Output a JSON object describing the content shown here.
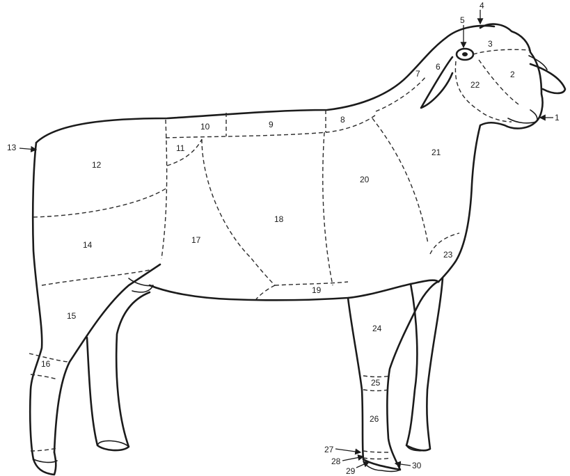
{
  "diagram": {
    "region_labels": {
      "r1": "1",
      "r2": "2",
      "r3": "3",
      "r4": "4",
      "r5": "5",
      "r6": "6",
      "r7": "7",
      "r8": "8",
      "r9": "9",
      "r10": "10",
      "r11": "11",
      "r12": "12",
      "r13": "13",
      "r14": "14",
      "r15": "15",
      "r16": "16",
      "r17": "17",
      "r18": "18",
      "r19": "19",
      "r20": "20",
      "r21": "21",
      "r22": "22",
      "r23": "23",
      "r24": "24",
      "r25": "25",
      "r26": "26",
      "r27": "27",
      "r28": "28",
      "r29": "29",
      "r30": "30"
    },
    "colors": {
      "ink": "#1b1b1b",
      "paper": "#ffffff"
    }
  }
}
